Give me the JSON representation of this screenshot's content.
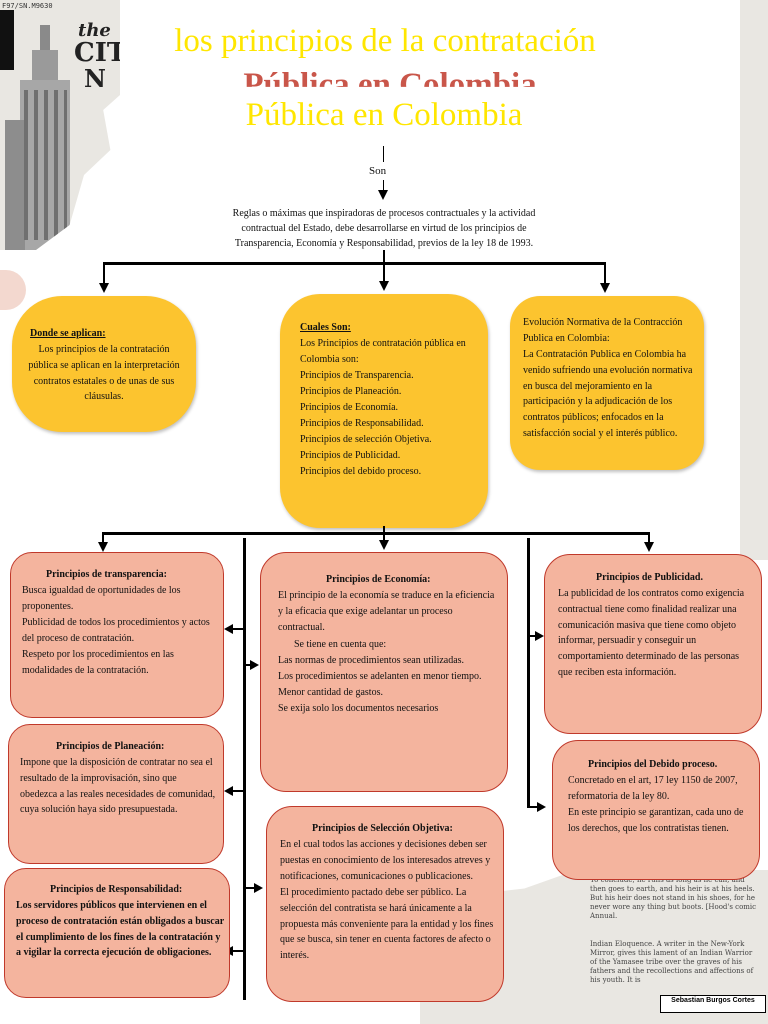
{
  "title": {
    "line1": "los principios de la contratación",
    "line2": "Pública en Colombia",
    "ghost": "Pública en Colombia",
    "color": "#ffe600"
  },
  "son_label": "Son",
  "intro": "Reglas o máximas que inspiradoras de procesos contractuales y la actividad contractual del Estado, debe desarrollarse en virtud de los principios de Transparencia, Economía y Responsabilidad, previos de la ley 18 de 1993.",
  "yellow_nodes": {
    "donde": {
      "heading": "Donde se aplican:",
      "body": "Los principios de la contratación pública se aplican en la interpretación contratos estatales o de unas de sus cláusulas."
    },
    "cuales": {
      "heading": "Cuales Son:",
      "intro": "Los Principios de contratación pública en Colombia son:",
      "items": [
        "Principios de Transparencia.",
        "Principios de Planeación.",
        "Principios de Economía.",
        "Principios de Responsabilidad.",
        "Principios de selección Objetiva.",
        "Principios de Publicidad.",
        "Principios del debido proceso."
      ]
    },
    "evolucion": {
      "heading": "Evolución Normativa de la Contracción Publica en Colombia:",
      "body": "La Contratación Publica en Colombia ha venido sufriendo una evolución normativa en busca del mejoramiento en la participación y la adjudicación de los contratos públicos; enfocados en la satisfacción social y el interés público."
    }
  },
  "pink_nodes": {
    "transparencia": {
      "heading": "Principios de transparencia:",
      "lines": [
        "Busca igualdad de oportunidades de los proponentes.",
        "Publicidad de todos los procedimientos y actos del proceso de contratación.",
        "Respeto por los procedimientos en las modalidades de la contratación."
      ]
    },
    "planeacion": {
      "heading": "Principios de Planeación:",
      "body": "Impone que la disposición de contratar no sea el resultado de la improvisación, sino que obedezca a las reales necesidades de comunidad, cuya solución haya sido presupuestada."
    },
    "responsabilidad": {
      "heading": "Principios de Responsabilidad:",
      "body": "Los servidores públicos que intervienen en el proceso de contratación están obligados a buscar el cumplimiento de los fines de la contratación y a vigilar la correcta ejecución de obligaciones."
    },
    "economia": {
      "heading": "Principios de Economía:",
      "body": "El principio de la economía se traduce en la eficiencia y la eficacia que exige adelantar un proceso contractual.",
      "subhead": "Se tiene en cuenta que:",
      "items": [
        "Las normas de procedimientos sean utilizadas.",
        "Los procedimientos se adelanten en menor tiempo.",
        "Menor cantidad de gastos.",
        "Se exija solo los documentos necesarios"
      ]
    },
    "seleccion": {
      "heading": "Principios de Selección Objetiva:",
      "body1": "En el cual todos las acciones y decisiones deben ser puestas en conocimiento de los interesados atreves y notificaciones, comunicaciones o publicaciones.",
      "body2": "El procedimiento pactado debe ser público. La selección del contratista se hará únicamente a la propuesta más conveniente para la entidad y los fines que se busca, sin tener en cuenta factores de afecto o interés."
    },
    "publicidad": {
      "heading": "Principios de Publicidad.",
      "body": "La publicidad de los contratos como exigencia contractual tiene como finalidad realizar una comunicación masiva que tiene como objeto informar, persuadir y conseguir un comportamiento determinado de las personas que reciben esta información."
    },
    "debido": {
      "heading": "Principios del Debido proceso.",
      "body1": "Concretado en el art, 17 ley 1150 de 2007, reformatoria de la ley 80.",
      "body2": "En este principio se garantizan, cada uno de los derechos, que los contratistas tienen."
    }
  },
  "author": "Sebastian Burgos Cortes",
  "newspaper": {
    "masthead": [
      "the",
      "CIT",
      "N"
    ],
    "top_snippet": "F97/SN.M9630",
    "text_right": "To conclude, he runs as long as he can, and then goes to earth, and his heir is at his heels. But his heir does not stand in his shoes, for he never wore any thing but boots. [Hood's comic Annual.",
    "text_right2": "Indian Eloquence. A writer in the New-York Mirror, gives this lament of an Indian Warrior of the Yamasee tribe over the graves of his fathers and the recollections and affections of his youth. It is"
  },
  "colors": {
    "yellow": "#fcc42f",
    "pink": "#f4b49e",
    "pink_border": "#c0392b",
    "title_yellow": "#ffe600"
  }
}
